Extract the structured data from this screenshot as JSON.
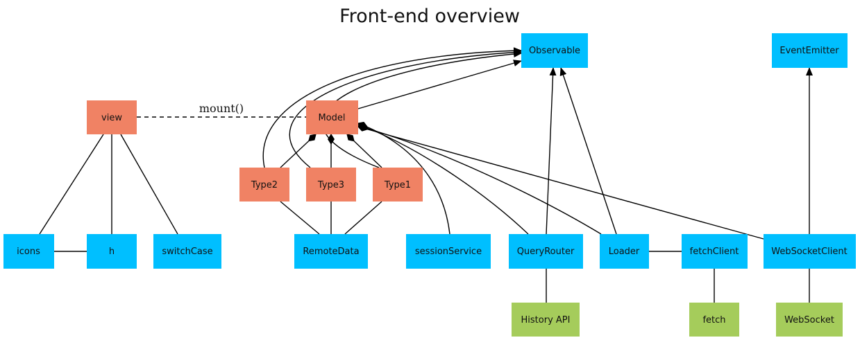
{
  "title": "Front-end overview",
  "colors": {
    "blue": "#00bfff",
    "salmon": "#f08264",
    "green": "#a5cc5b",
    "line": "#000000"
  },
  "nodes": {
    "observable": "Observable",
    "eventemitter": "EventEmitter",
    "view": "view",
    "model": "Model",
    "type2": "Type2",
    "type3": "Type3",
    "type1": "Type1",
    "icons": "icons",
    "h": "h",
    "switchcase": "switchCase",
    "remotedata": "RemoteData",
    "sessionservice": "sessionService",
    "queryrouter": "QueryRouter",
    "loader": "Loader",
    "fetchclient": "fetchClient",
    "websocketclient": "WebSocketClient",
    "historyapi": "History API",
    "fetch": "fetch",
    "websocket": "WebSocket"
  },
  "edges": {
    "mount_label": "mount()"
  }
}
